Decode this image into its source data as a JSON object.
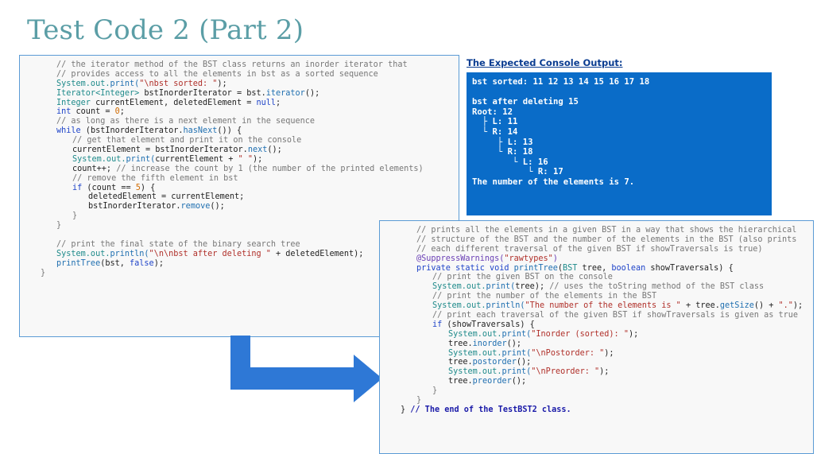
{
  "slide": {
    "title": "Test Code 2 (Part 2)"
  },
  "code_block_1": {
    "lines": [
      [
        {
          "i": 2
        },
        {
          "t": "// the iterator method of the BST class returns an inorder iterator that",
          "c": "comment"
        }
      ],
      [
        {
          "i": 2
        },
        {
          "t": "// provides access to all the elements in bst as a sorted sequence",
          "c": "comment"
        }
      ],
      [
        {
          "i": 2
        },
        {
          "t": "System.out.",
          "c": "type"
        },
        {
          "t": "print(",
          "c": "method"
        },
        {
          "t": "\"\\nbst sorted: \"",
          "c": "string"
        },
        {
          "t": ");",
          "c": "plain"
        }
      ],
      [
        {
          "i": 2
        },
        {
          "t": "Iterator",
          "c": "type"
        },
        {
          "t": "<Integer>",
          "c": "type"
        },
        {
          "t": " bstInorderIterator = bst.",
          "c": "plain"
        },
        {
          "t": "iterator",
          "c": "method"
        },
        {
          "t": "();",
          "c": "plain"
        }
      ],
      [
        {
          "i": 2
        },
        {
          "t": "Integer",
          "c": "type"
        },
        {
          "t": " currentElement, deletedElement = ",
          "c": "plain"
        },
        {
          "t": "null",
          "c": "keyword"
        },
        {
          "t": ";",
          "c": "plain"
        }
      ],
      [
        {
          "i": 2
        },
        {
          "t": "int",
          "c": "keyword"
        },
        {
          "t": " count = ",
          "c": "plain"
        },
        {
          "t": "0",
          "c": "number"
        },
        {
          "t": ";",
          "c": "plain"
        }
      ],
      [
        {
          "i": 2
        },
        {
          "t": "// as long as there is a next element in the sequence",
          "c": "comment"
        }
      ],
      [
        {
          "i": 2
        },
        {
          "t": "while",
          "c": "keyword"
        },
        {
          "t": " (bstInorderIterator.",
          "c": "plain"
        },
        {
          "t": "hasNext",
          "c": "method"
        },
        {
          "t": "()) {",
          "c": "plain"
        }
      ],
      [
        {
          "i": 3
        },
        {
          "t": "// get that element and print it on the console",
          "c": "comment"
        }
      ],
      [
        {
          "i": 3
        },
        {
          "t": "currentElement = bstInorderIterator.",
          "c": "plain"
        },
        {
          "t": "next",
          "c": "method"
        },
        {
          "t": "();",
          "c": "plain"
        }
      ],
      [
        {
          "i": 3
        },
        {
          "t": "System.out.",
          "c": "type"
        },
        {
          "t": "print(",
          "c": "method"
        },
        {
          "t": "currentElement + ",
          "c": "plain"
        },
        {
          "t": "\" \"",
          "c": "string"
        },
        {
          "t": ");",
          "c": "plain"
        }
      ],
      [
        {
          "i": 3
        },
        {
          "t": "count++; ",
          "c": "plain"
        },
        {
          "t": "// increase the count by 1 (the number of the printed elements)",
          "c": "comment"
        }
      ],
      [
        {
          "i": 3
        },
        {
          "t": "// remove the fifth element in bst",
          "c": "comment"
        }
      ],
      [
        {
          "i": 3
        },
        {
          "t": "if",
          "c": "keyword"
        },
        {
          "t": " (count == ",
          "c": "plain"
        },
        {
          "t": "5",
          "c": "number"
        },
        {
          "t": ") {",
          "c": "plain"
        }
      ],
      [
        {
          "i": 4
        },
        {
          "t": "deletedElement = currentElement;",
          "c": "plain"
        }
      ],
      [
        {
          "i": 4
        },
        {
          "t": "bstInorderIterator.",
          "c": "plain"
        },
        {
          "t": "remove",
          "c": "method"
        },
        {
          "t": "();",
          "c": "plain"
        }
      ],
      [
        {
          "i": 3
        },
        {
          "t": "}",
          "c": "comment"
        }
      ],
      [
        {
          "i": 2
        },
        {
          "t": "}",
          "c": "comment"
        }
      ],
      [
        {
          "i": 0
        },
        {
          "t": "",
          "c": "plain"
        }
      ],
      [
        {
          "i": 2
        },
        {
          "t": "// print the final state of the binary search tree",
          "c": "comment"
        }
      ],
      [
        {
          "i": 2
        },
        {
          "t": "System.out.",
          "c": "type"
        },
        {
          "t": "println(",
          "c": "method"
        },
        {
          "t": "\"\\n\\nbst after deleting \"",
          "c": "string"
        },
        {
          "t": " + deletedElement);",
          "c": "plain"
        }
      ],
      [
        {
          "i": 2
        },
        {
          "t": "printTree",
          "c": "method"
        },
        {
          "t": "(bst, ",
          "c": "plain"
        },
        {
          "t": "false",
          "c": "keyword"
        },
        {
          "t": ");",
          "c": "plain"
        }
      ],
      [
        {
          "i": 1
        },
        {
          "t": "}",
          "c": "comment"
        }
      ]
    ]
  },
  "console_output": {
    "title": "The Expected Console Output:",
    "lines": [
      "bst sorted: 11 12 13 14 15 16 17 18",
      "",
      "bst after deleting 15",
      "Root: 12",
      "  ├ L: 11",
      "  └ R: 14",
      "     ├ L: 13",
      "     └ R: 18",
      "        └ L: 16",
      "           └ R: 17",
      "The number of the elements is 7."
    ]
  },
  "code_block_2": {
    "lines": [
      [
        {
          "i": 2
        },
        {
          "t": "// prints all the elements in a given BST in a way that shows the hierarchical",
          "c": "comment"
        }
      ],
      [
        {
          "i": 2
        },
        {
          "t": "// structure of the BST and the number of the elements in the BST (also prints",
          "c": "comment"
        }
      ],
      [
        {
          "i": 2
        },
        {
          "t": "// each different traversal of the given BST if showTraversals is true)",
          "c": "comment"
        }
      ],
      [
        {
          "i": 2
        },
        {
          "t": "@SuppressWarnings(",
          "c": "annot"
        },
        {
          "t": "\"rawtypes\"",
          "c": "string"
        },
        {
          "t": ")",
          "c": "annot"
        }
      ],
      [
        {
          "i": 2
        },
        {
          "t": "private static void ",
          "c": "keyword"
        },
        {
          "t": "printTree",
          "c": "method"
        },
        {
          "t": "(",
          "c": "plain"
        },
        {
          "t": "BST",
          "c": "type"
        },
        {
          "t": " tree, ",
          "c": "plain"
        },
        {
          "t": "boolean",
          "c": "keyword"
        },
        {
          "t": " showTraversals) {",
          "c": "plain"
        }
      ],
      [
        {
          "i": 3
        },
        {
          "t": "// print the given BST on the console",
          "c": "comment"
        }
      ],
      [
        {
          "i": 3
        },
        {
          "t": "System.out.",
          "c": "type"
        },
        {
          "t": "print(",
          "c": "method"
        },
        {
          "t": "tree); ",
          "c": "plain"
        },
        {
          "t": "// uses the toString method of the BST class",
          "c": "comment"
        }
      ],
      [
        {
          "i": 3
        },
        {
          "t": "// print the number of the elements in the BST",
          "c": "comment"
        }
      ],
      [
        {
          "i": 3
        },
        {
          "t": "System.out.",
          "c": "type"
        },
        {
          "t": "println(",
          "c": "method"
        },
        {
          "t": "\"The number of the elements is \"",
          "c": "string"
        },
        {
          "t": " + tree.",
          "c": "plain"
        },
        {
          "t": "getSize",
          "c": "method"
        },
        {
          "t": "() + ",
          "c": "plain"
        },
        {
          "t": "\".\"",
          "c": "string"
        },
        {
          "t": ");",
          "c": "plain"
        }
      ],
      [
        {
          "i": 3
        },
        {
          "t": "// print each traversal of the given BST if showTraversals is given as true",
          "c": "comment"
        }
      ],
      [
        {
          "i": 3
        },
        {
          "t": "if",
          "c": "keyword"
        },
        {
          "t": " (showTraversals) {",
          "c": "plain"
        }
      ],
      [
        {
          "i": 4
        },
        {
          "t": "System.out.",
          "c": "type"
        },
        {
          "t": "print(",
          "c": "method"
        },
        {
          "t": "\"Inorder (sorted): \"",
          "c": "string"
        },
        {
          "t": ");",
          "c": "plain"
        }
      ],
      [
        {
          "i": 4
        },
        {
          "t": "tree.",
          "c": "plain"
        },
        {
          "t": "inorder",
          "c": "method"
        },
        {
          "t": "();",
          "c": "plain"
        }
      ],
      [
        {
          "i": 4
        },
        {
          "t": "System.out.",
          "c": "type"
        },
        {
          "t": "print(",
          "c": "method"
        },
        {
          "t": "\"\\nPostorder: \"",
          "c": "string"
        },
        {
          "t": ");",
          "c": "plain"
        }
      ],
      [
        {
          "i": 4
        },
        {
          "t": "tree.",
          "c": "plain"
        },
        {
          "t": "postorder",
          "c": "method"
        },
        {
          "t": "();",
          "c": "plain"
        }
      ],
      [
        {
          "i": 4
        },
        {
          "t": "System.out.",
          "c": "type"
        },
        {
          "t": "print(",
          "c": "method"
        },
        {
          "t": "\"\\nPreorder: \"",
          "c": "string"
        },
        {
          "t": ");",
          "c": "plain"
        }
      ],
      [
        {
          "i": 4
        },
        {
          "t": "tree.",
          "c": "plain"
        },
        {
          "t": "preorder",
          "c": "method"
        },
        {
          "t": "();",
          "c": "plain"
        }
      ],
      [
        {
          "i": 3
        },
        {
          "t": "}",
          "c": "comment"
        }
      ],
      [
        {
          "i": 2
        },
        {
          "t": "}",
          "c": "comment"
        }
      ],
      [
        {
          "i": 1
        },
        {
          "t": "} ",
          "c": "plain"
        },
        {
          "t": "// The end of the TestBST2 class.",
          "c": "strong"
        }
      ]
    ]
  },
  "colors": {
    "title": "#5b9ea6",
    "console_bg": "#0a6cc8",
    "box_border": "#5b9bd5",
    "arrow": "#2e78d6"
  },
  "icons": {
    "arrow": "bent-arrow-icon"
  }
}
